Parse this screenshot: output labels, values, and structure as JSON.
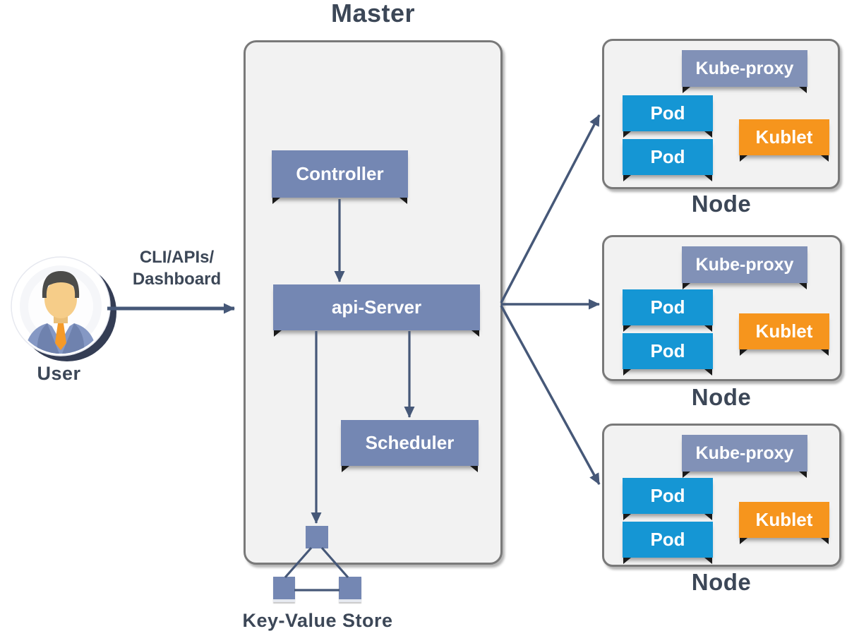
{
  "master": {
    "title": "Master",
    "controller": "Controller",
    "api_server": "api-Server",
    "scheduler": "Scheduler",
    "key_value_store": "Key-Value Store"
  },
  "user": {
    "label": "User",
    "connection_line1": "CLI/APIs/",
    "connection_line2": "Dashboard"
  },
  "nodes": [
    {
      "label": "Node",
      "kube_proxy": "Kube-proxy",
      "pods": [
        "Pod",
        "Pod"
      ],
      "kublet": "Kublet"
    },
    {
      "label": "Node",
      "kube_proxy": "Kube-proxy",
      "pods": [
        "Pod",
        "Pod"
      ],
      "kublet": "Kublet"
    },
    {
      "label": "Node",
      "kube_proxy": "Kube-proxy",
      "pods": [
        "Pod",
        "Pod"
      ],
      "kublet": "Kublet"
    }
  ],
  "colors": {
    "slate": "#7487b3",
    "kubeproxy": "#8191b7",
    "pod": "#1596d4",
    "kublet": "#f6951d",
    "panelfill": "#f2f2f2",
    "panelborder": "#797979",
    "arrow": "#465878",
    "textdark": "#3c4757"
  }
}
